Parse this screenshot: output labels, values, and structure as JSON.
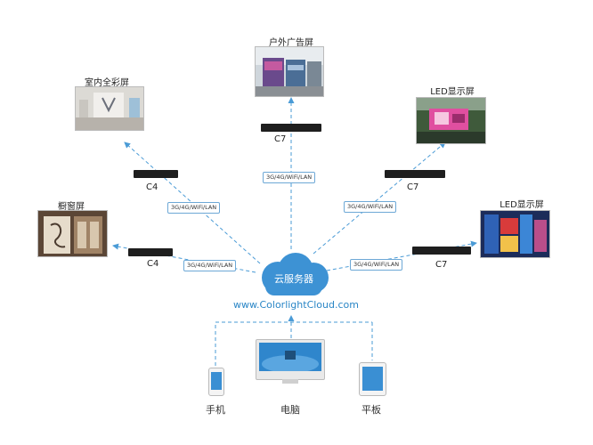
{
  "nodes": {
    "outdoor": {
      "title": "户外广告屏"
    },
    "indoor": {
      "title": "室内全彩屏"
    },
    "led_top": {
      "title": "LED显示屏"
    },
    "window": {
      "title": "橱窗屏"
    },
    "led_right": {
      "title": "LED显示屏"
    }
  },
  "devices": {
    "top": "C7",
    "upper_left": "C4",
    "lower_left": "C4",
    "upper_right": "C7",
    "lower_right": "C7"
  },
  "links": {
    "top": "3G/4G/WiFi/LAN",
    "upper_left": "3G/4G/WiFi/LAN",
    "lower_left": "3G/4G/WiFi/LAN",
    "upper_right": "3G/4G/WiFi/LAN",
    "lower_right": "3G/4G/WiFi/LAN"
  },
  "cloud": {
    "label": "云服务器",
    "url": "www.ColorlightCloud.com"
  },
  "clients": {
    "phone": "手机",
    "computer": "电脑",
    "tablet": "平板"
  },
  "colors": {
    "line": "#4a9bd6",
    "cloud": "#3d92d4",
    "device": "#1e1e1e"
  }
}
